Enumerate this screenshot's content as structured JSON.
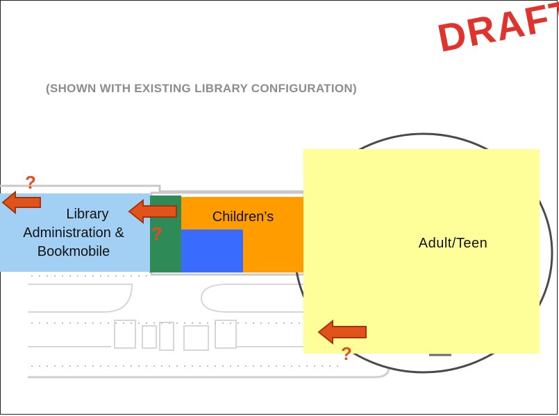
{
  "watermark": "DRAFT",
  "subtitle": "(SHOWN WITH EXISTING LIBRARY CONFIGURATION)",
  "zones": {
    "admin": "Library Administration & Bookmobile",
    "admin_lines": [
      "Library",
      "Administration &",
      "Bookmobile"
    ],
    "childrens": "Children’s",
    "adult_teen": "Adult/Teen"
  },
  "marks": {
    "question": "?"
  },
  "colors": {
    "draft": "#e0332d",
    "admin": "#a2d0f5",
    "green": "#2e8b57",
    "childrens": "#ff9d00",
    "blue": "#3a6bff",
    "adult_teen": "#ffff99",
    "arrow_fill": "#e0531a",
    "arrow_stroke": "#a83208",
    "question": "#e84a1c"
  }
}
